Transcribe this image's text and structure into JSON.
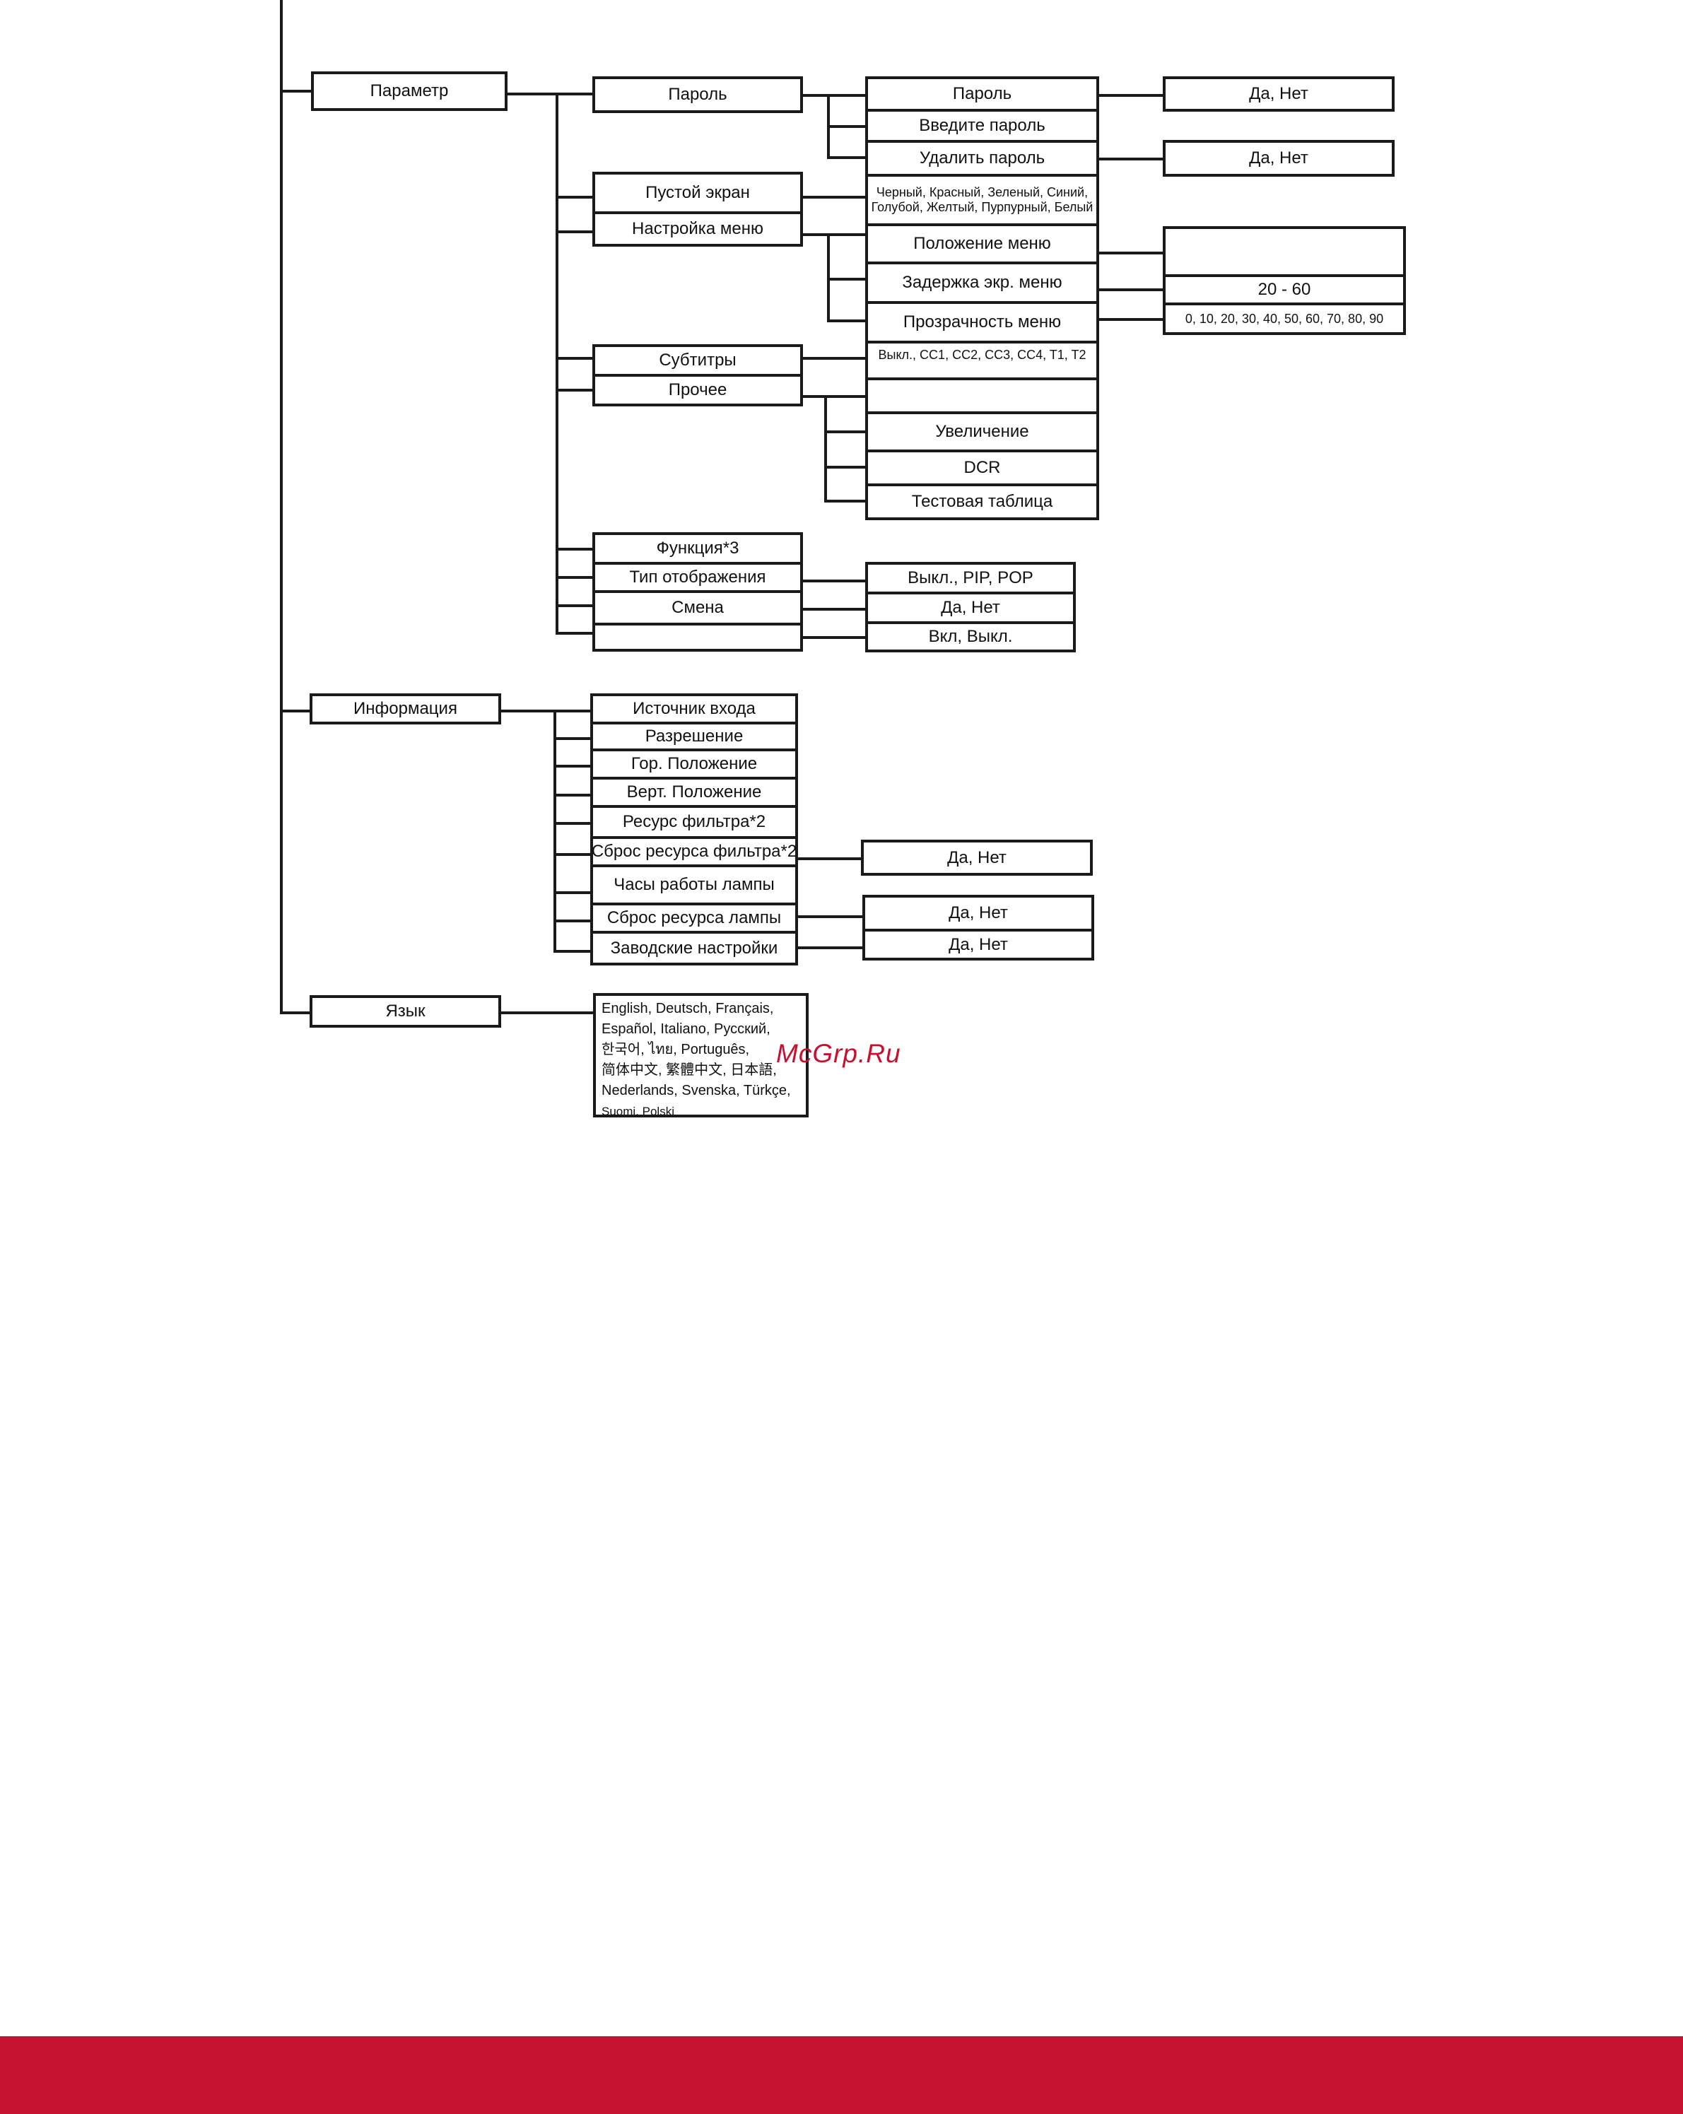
{
  "level1": {
    "parameter": "Параметр",
    "information": "Информация",
    "language": "Язык"
  },
  "parameter": {
    "password": "Пароль",
    "blank_screen": "Пустой экран",
    "menu_settings": "Настройка меню",
    "subtitles": "Субтитры",
    "other": "Прочее",
    "function": "Функция*3",
    "display_type": "Тип отображения",
    "swap": "Смена",
    "empty": ""
  },
  "password_sub": {
    "password": "Пароль",
    "enter_password": "Введите пароль",
    "delete_password": "Удалить пароль",
    "yes_no_1": "Да, Нет",
    "yes_no_2": "Да, Нет"
  },
  "blank_screen_options": "Черный, Красный, Зеленый, Синий, Голубой, Желтый, Пурпурный, Белый",
  "menu_sub": {
    "menu_position": "Положение меню",
    "menu_delay": "Задержка экр. меню",
    "menu_transparency": "Прозрачность меню",
    "position_value": "",
    "delay_value": "20 - 60",
    "transparency_values": "0, 10, 20, 30, 40, 50, 60, 70, 80, 90"
  },
  "subtitles_options": "Выкл., CC1, CC2, CC3, CC4, T1, T2",
  "other_sub": {
    "empty": "",
    "zoom": "Увеличение",
    "dcr": "DCR",
    "test_pattern": "Тестовая таблица"
  },
  "function_sub": {
    "display_type_values": "Выкл., PIP, POP",
    "swap_values": "Да, Нет",
    "on_off": "Вкл, Выкл."
  },
  "information": {
    "input_source": "Источник входа",
    "resolution": "Разрешение",
    "h_position": "Гор. Положение",
    "v_position": "Верт. Положение",
    "filter_life": "Ресурс фильтра*2",
    "filter_reset": "Сброс ресурса фильтра*2",
    "lamp_hours": "Часы работы лампы",
    "lamp_reset": "Сброс ресурса лампы",
    "factory_reset": "Заводские настройки",
    "filter_reset_values": "Да, Нет",
    "lamp_reset_values": "Да, Нет",
    "factory_reset_values": "Да, Нет"
  },
  "language_options": {
    "line1": "English, Deutsch, Français,",
    "line2": "Español, Italiano, Русский,",
    "line3": "한국어, ไทย, Português,",
    "line4": "简体中文, 繁體中文, 日本語,",
    "line5": "Nederlands, Svenska, Türkçe,",
    "line6": "Suomi, Polski"
  },
  "watermark": "McGrp.Ru",
  "colors": {
    "footer_band": "#c41230",
    "watermark": "#c8102e",
    "lines": "#1a1a1a"
  }
}
